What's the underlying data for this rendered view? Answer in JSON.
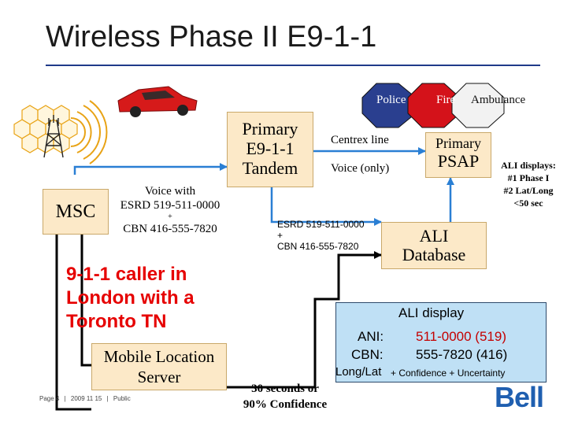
{
  "slide": {
    "title": "Wireless Phase II E9-1-1",
    "footer": {
      "page": "Page 4",
      "date": "2009 11 15",
      "classification": "Public",
      "sep1": "|",
      "sep2": "|"
    },
    "brand": "Bell"
  },
  "diagram": {
    "tandem": {
      "line1": "Primary",
      "line2": "E9-1-1",
      "line3": "Tandem"
    },
    "msc": "MSC",
    "voice_with": {
      "line1": "Voice with",
      "line2": "ESRD 519-511-0000",
      "plus": "+",
      "line3": "CBN 416-555-7820"
    },
    "trunk": {
      "line1": "Centrex line",
      "line2": "Voice (only)"
    },
    "psap": {
      "line1": "Primary",
      "line2": "PSAP"
    },
    "services": [
      "Police",
      "Fire",
      "Ambulance"
    ],
    "ali_displays_note": {
      "line1": "ALI displays:",
      "line2": "#1 Phase I",
      "line3": "#2 Lat/Long",
      "line4": "<50 sec"
    },
    "esrd_query": {
      "line1": "ESRD 519-511-0000",
      "plus": "+",
      "line2": "CBN 416-555-7820"
    },
    "ali_db": {
      "line1": "ALI",
      "line2": "Database"
    },
    "caller": {
      "line1": "9-1-1 caller in",
      "line2": "London with a",
      "line3": "Toronto TN"
    },
    "mls": {
      "line1": "Mobile Location",
      "line2": "Server"
    },
    "confidence": {
      "line1": "30 seconds or",
      "line2": "90% Confidence"
    },
    "ali_display": {
      "title": "ALI display",
      "ani_label": "ANI:",
      "ani_value": "511-0000 (519)",
      "cbn_label": "CBN:",
      "cbn_value": "555-7820 (416)",
      "latlong": "Long/Lat",
      "confidence": "+ Confidence + Uncertainty"
    }
  },
  "colors": {
    "title_rule": "#1f3a8a",
    "tan_box": "#fce9c8",
    "blue_box": "#bfe0f5",
    "police": "#2a3f8f",
    "fire": "#d4121a",
    "ambulance": "#f2f2f2",
    "caller_text": "#e60000",
    "arrow_blue": "#2a7fd4",
    "bell_blue": "#1f5fb0"
  }
}
